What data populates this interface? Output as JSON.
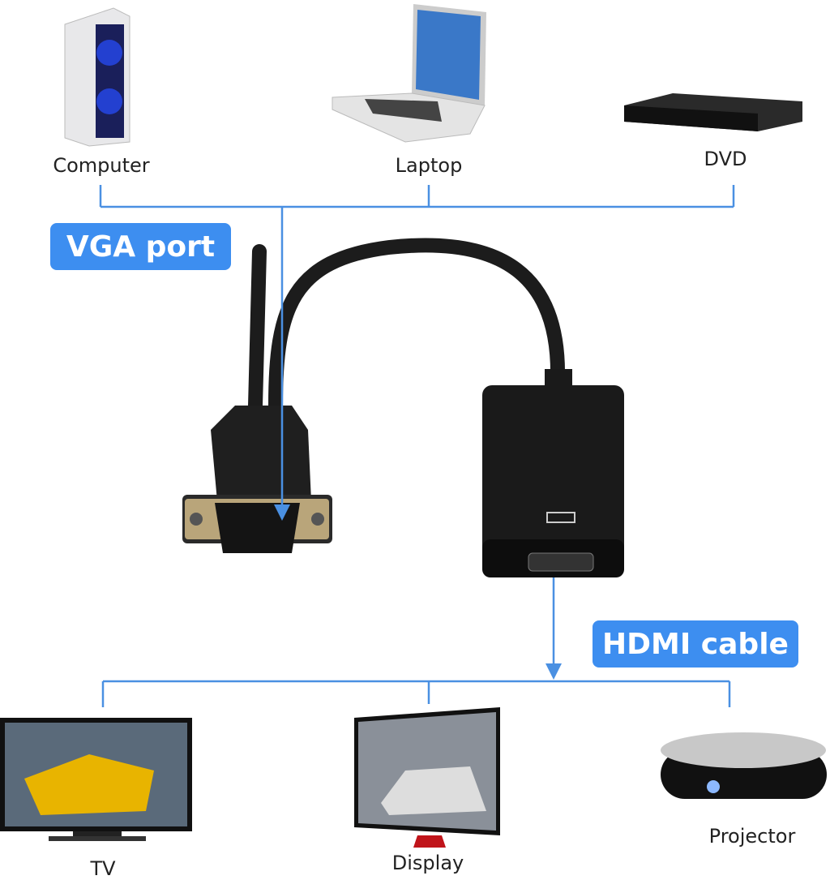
{
  "sources": [
    {
      "label": "Computer"
    },
    {
      "label": "Laptop"
    },
    {
      "label": "DVD"
    }
  ],
  "outputs": [
    {
      "label": "TV"
    },
    {
      "label": "Display"
    },
    {
      "label": "Projector"
    }
  ],
  "badges": {
    "vga": "VGA port",
    "hdmi": "HDMI cable"
  },
  "colors": {
    "accent": "#3d8ef0",
    "line": "#4a90e2"
  }
}
